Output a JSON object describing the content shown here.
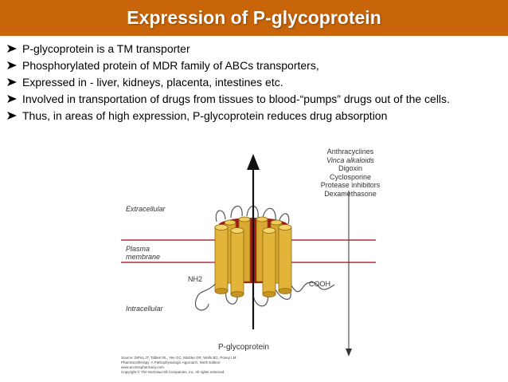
{
  "slide": {
    "title": "Expression of P-glycoprotein",
    "title_bar_color": "#c8650a",
    "bullet_icon": "arrow-bullet-icon",
    "bullets": [
      "P-glycoprotein is a TM transporter",
      "Phosphorylated protein of MDR family of ABCs transporters,",
      "Expressed in - liver, kidneys, placenta, intestines etc.",
      "Involved in transportation of drugs from tissues to blood-“pumps” drugs out of the cells.",
      "Thus, in areas of high expression, P-glycoprotein reduces drug absorption"
    ]
  },
  "figure": {
    "extracellular_label": "Extracellular",
    "plasma_label_line1": "Plasma",
    "plasma_label_line2": "membrane",
    "intracellular_label": "Intracellular",
    "nh2_label": "NH2",
    "cooh_label": "COOH",
    "protein_label": "P-glycoprotein",
    "drugs": [
      "Anthracyclines",
      "Vinca alkaloids",
      "Digoxin",
      "Cyclosporine",
      "Protease inhibitors",
      "Dexamethasone"
    ],
    "credit_lines": [
      "Source: DiPiro JT, Talbert RL, Yee GC, Matzke GR, Wells BG, Posey LM:",
      "Pharmacotherapy: A Pathophysiologic Approach, Ninth Edition:",
      "www.accesspharmacy.com",
      "Copyright © The McGraw-Hill Companies, Inc. All rights reserved."
    ],
    "colors": {
      "membrane_line": "#b0303a",
      "cylinder_fill": "#e3b43a",
      "cylinder_dark": "#a01818"
    }
  }
}
